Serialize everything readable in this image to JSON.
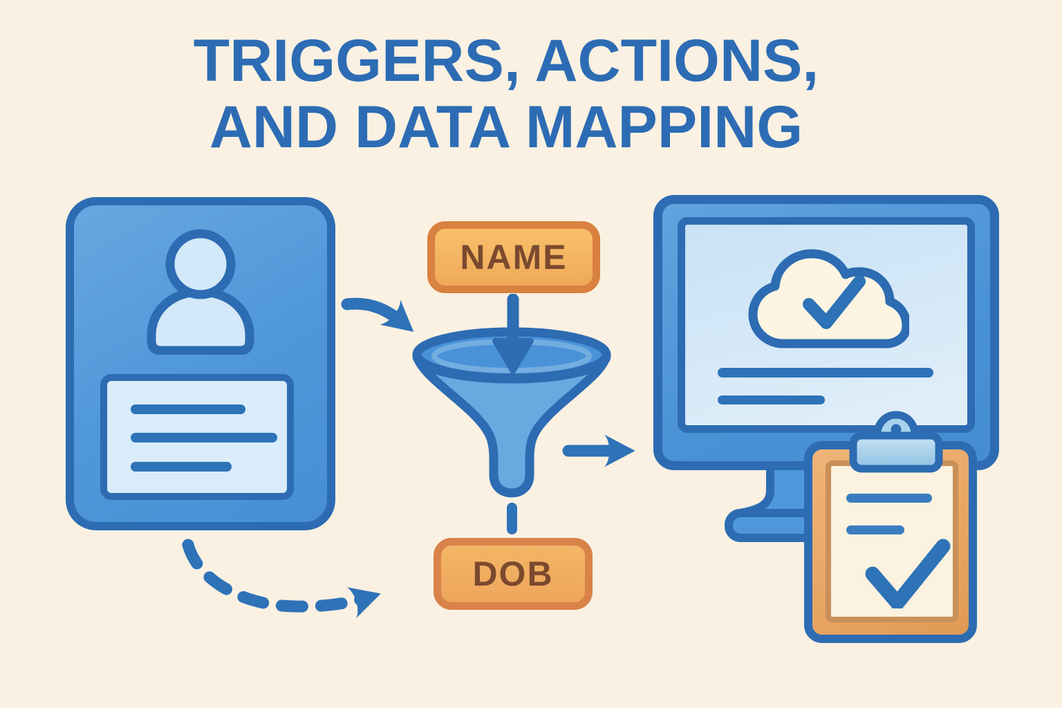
{
  "title": {
    "line1": "TRIGGERS, ACTIONS,",
    "line2": "AND DATA MAPPING"
  },
  "mapping_tags": {
    "name": "NAME",
    "dob": "DOB"
  },
  "icons": {
    "contact_card": "person-contact-card-icon",
    "person": "person-icon",
    "funnel": "funnel-filter-icon",
    "cloud_check": "cloud-checkmark-icon",
    "monitor": "monitor-screen-icon",
    "clipboard": "clipboard-checklist-icon",
    "checkmark": "checkmark-icon",
    "solid_arrow_card_to_funnel": "solid-arrow-icon",
    "solid_arrow_funnel_to_monitor": "solid-arrow-icon",
    "dashed_arrow_card_to_dob": "dashed-arrow-icon"
  },
  "colors": {
    "background": "#faf1e2",
    "primary_blue": "#4a92d6",
    "outline_blue": "#2d6cb2",
    "light_blue": "#d3e8f8",
    "title_blue": "#2d6cb4",
    "arrow_blue": "#2e72b8",
    "tag_orange_fill": "#f3b466",
    "tag_orange_border": "#d9813f",
    "tag_text_brown": "#7b4a2e",
    "clipboard_orange": "#e8a966",
    "paper_cream": "#fbf2df",
    "cloud_cream": "#fdf5e2"
  }
}
